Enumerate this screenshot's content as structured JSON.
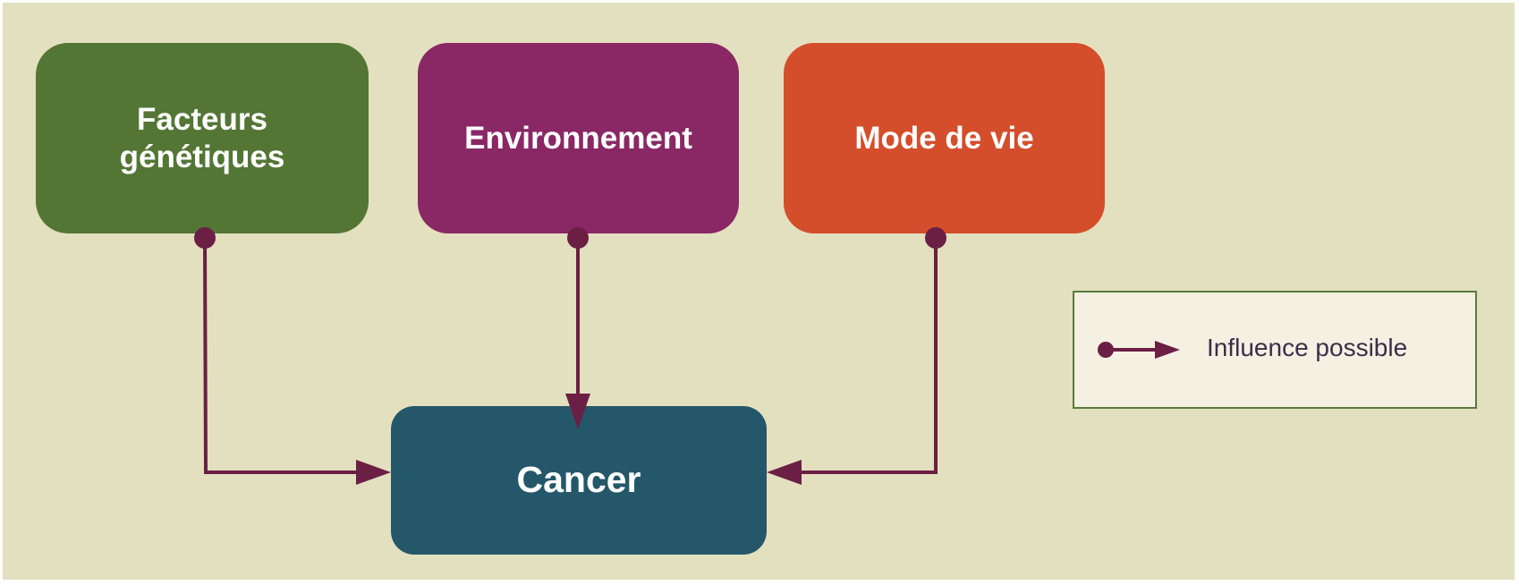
{
  "nodes": {
    "genetics": {
      "label": "Facteurs\ngénétiques",
      "color": "#537635"
    },
    "environment": {
      "label": "Environnement",
      "color": "#892865"
    },
    "lifestyle": {
      "label": "Mode de vie",
      "color": "#d44e2b"
    },
    "cancer": {
      "label": "Cancer",
      "color": "#24576a"
    }
  },
  "connector_color": "#6b1f45",
  "edges": [
    {
      "from": "Facteurs génétiques",
      "to": "Cancer",
      "type": "influence"
    },
    {
      "from": "Environnement",
      "to": "Cancer",
      "type": "influence"
    },
    {
      "from": "Mode de vie",
      "to": "Cancer",
      "type": "influence"
    }
  ],
  "legend": {
    "label": "Influence possible"
  }
}
